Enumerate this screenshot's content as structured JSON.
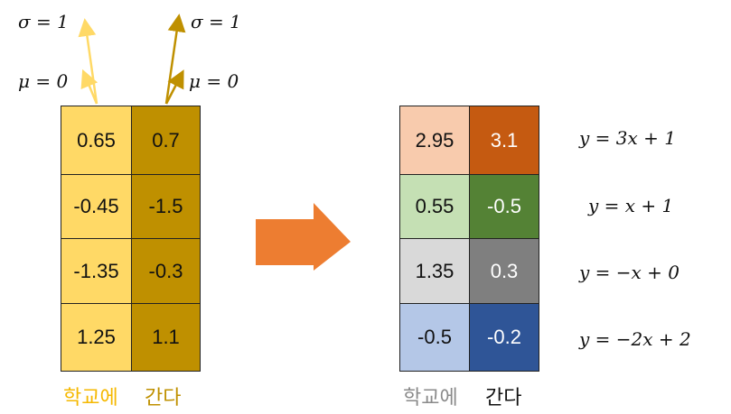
{
  "left_panel": {
    "annotations": {
      "sigma_left": "σ = 1",
      "mu_left": "μ = 0",
      "sigma_right": "σ = 1",
      "mu_right": "μ = 0"
    },
    "columns": [
      {
        "word": "학교에",
        "color": "#ffd966",
        "values": [
          "0.65",
          "-0.45",
          "-1.35",
          "1.25"
        ]
      },
      {
        "word": "간다",
        "color": "#bf9000",
        "values": [
          "0.7",
          "-1.5",
          "-0.3",
          "1.1"
        ]
      }
    ],
    "word_colors": [
      "#f5b800",
      "#bf9000"
    ],
    "arrow_colors": [
      "#ffd966",
      "#bf9000"
    ]
  },
  "transition_arrow_color": "#ed7d31",
  "right_panel": {
    "words": [
      "학교에",
      "간다"
    ],
    "word_colors": [
      "#8a8a8a",
      "#111111"
    ],
    "rows": [
      {
        "values": [
          "2.95",
          "3.1"
        ],
        "colors": [
          "#f8cbad",
          "#c55a11"
        ],
        "text_colors": [
          "#111111",
          "#ffffff"
        ],
        "equation": "y = 3x + 1"
      },
      {
        "values": [
          "0.55",
          "-0.5"
        ],
        "colors": [
          "#c5e0b4",
          "#548235"
        ],
        "text_colors": [
          "#111111",
          "#ffffff"
        ],
        "equation": "y = x + 1"
      },
      {
        "values": [
          "1.35",
          "0.3"
        ],
        "colors": [
          "#d9d9d9",
          "#7f7f7f"
        ],
        "text_colors": [
          "#111111",
          "#ffffff"
        ],
        "equation": "y = −x + 0"
      },
      {
        "values": [
          "-0.5",
          "-0.2"
        ],
        "colors": [
          "#b4c7e7",
          "#2f5597"
        ],
        "text_colors": [
          "#111111",
          "#ffffff"
        ],
        "equation": "y = −2x + 2"
      }
    ]
  }
}
